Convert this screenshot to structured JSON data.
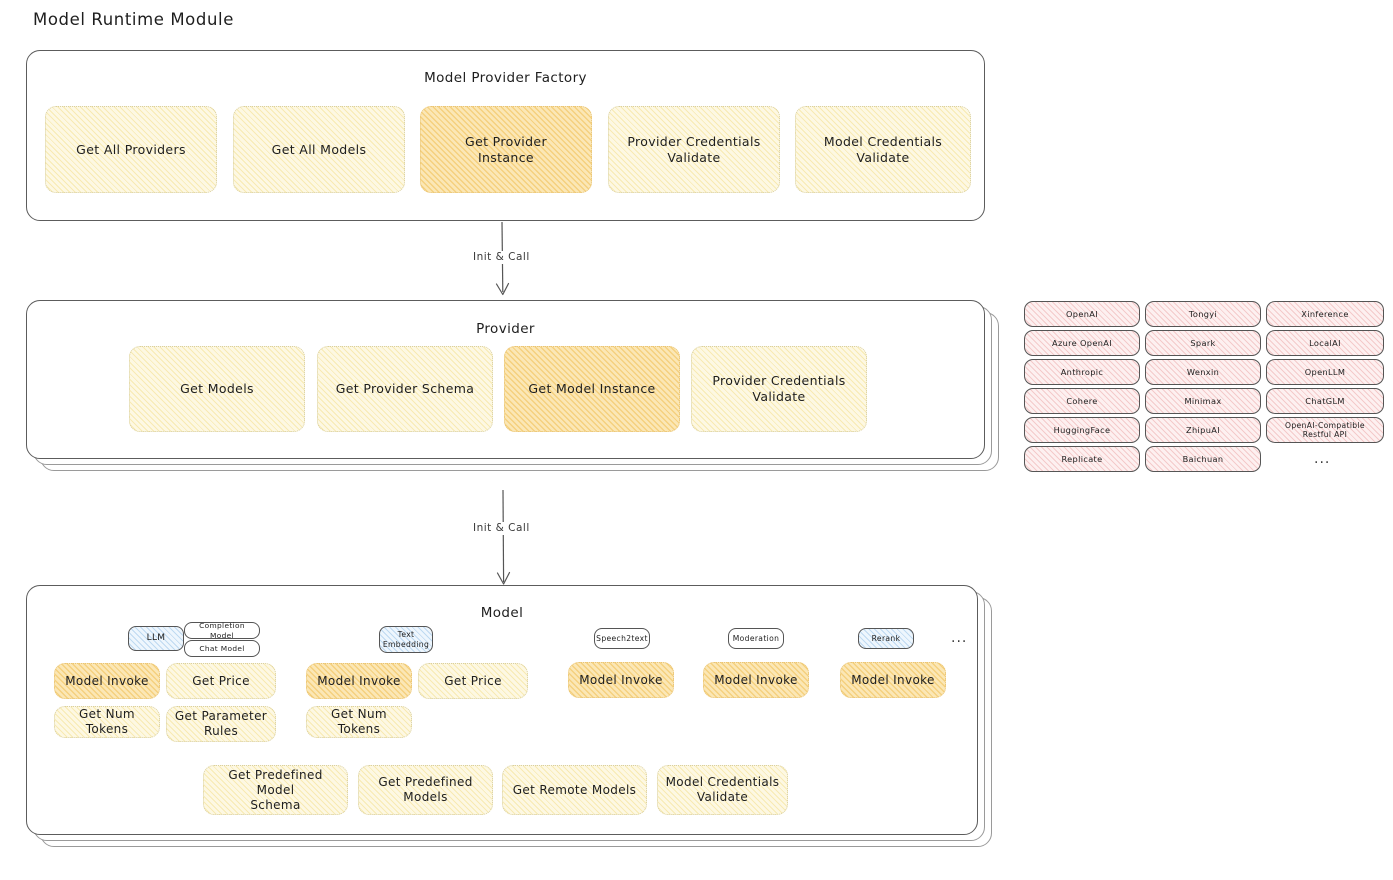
{
  "page": {
    "title": "Model Runtime Module"
  },
  "factory": {
    "title": "Model Provider Factory",
    "nodes": [
      {
        "label": "Get All Providers",
        "style": "yellow"
      },
      {
        "label": "Get All Models",
        "style": "yellow"
      },
      {
        "label": "Get Provider\nInstance",
        "style": "amber"
      },
      {
        "label": "Provider Credentials\nValidate",
        "style": "yellow"
      },
      {
        "label": "Model Credentials\nValidate",
        "style": "yellow"
      }
    ]
  },
  "arrow_top": {
    "label": "Init & Call"
  },
  "provider": {
    "title": "Provider",
    "nodes": [
      {
        "label": "Get Models",
        "style": "yellow"
      },
      {
        "label": "Get Provider Schema",
        "style": "yellow"
      },
      {
        "label": "Get Model Instance",
        "style": "amber"
      },
      {
        "label": "Provider Credentials\nValidate",
        "style": "yellow"
      }
    ]
  },
  "arrow_bottom": {
    "label": "Init & Call"
  },
  "provider_list": {
    "columns": [
      [
        "OpenAI",
        "Azure OpenAI",
        "Anthropic",
        "Cohere",
        "HuggingFace",
        "Replicate"
      ],
      [
        "Tongyi",
        "Spark",
        "Wenxin",
        "Minimax",
        "ZhipuAI",
        "Baichuan"
      ],
      [
        "Xinference",
        "LocalAI",
        "OpenLLM",
        "ChatGLM",
        "OpenAI-Compatible Restful API"
      ]
    ],
    "more": "..."
  },
  "model": {
    "title": "Model",
    "more": "...",
    "types": [
      {
        "badge": "LLM",
        "badge_style": "blue",
        "sub_badges": [
          "Completion Model",
          "Chat Model"
        ],
        "ops": [
          {
            "label": "Model Invoke",
            "style": "amber"
          },
          {
            "label": "Get Price",
            "style": "yellow"
          },
          {
            "label": "Get Num Tokens",
            "style": "yellow"
          },
          {
            "label": "Get Parameter\nRules",
            "style": "yellow"
          }
        ]
      },
      {
        "badge": "Text\nEmbedding",
        "badge_style": "blue",
        "sub_badges": [],
        "ops": [
          {
            "label": "Model Invoke",
            "style": "amber"
          },
          {
            "label": "Get Price",
            "style": "yellow"
          },
          {
            "label": "Get Num Tokens",
            "style": "yellow"
          }
        ]
      },
      {
        "badge": "Speech2text",
        "badge_style": "plain",
        "sub_badges": [],
        "ops": [
          {
            "label": "Model Invoke",
            "style": "amber"
          }
        ]
      },
      {
        "badge": "Moderation",
        "badge_style": "plain",
        "sub_badges": [],
        "ops": [
          {
            "label": "Model Invoke",
            "style": "amber"
          }
        ]
      },
      {
        "badge": "Rerank",
        "badge_style": "blue",
        "sub_badges": [],
        "ops": [
          {
            "label": "Model Invoke",
            "style": "amber"
          }
        ]
      }
    ],
    "common_ops": [
      {
        "label": "Get Predefined Model\nSchema",
        "style": "yellow"
      },
      {
        "label": "Get Predefined\nModels",
        "style": "yellow"
      },
      {
        "label": "Get Remote Models",
        "style": "yellow"
      },
      {
        "label": "Model Credentials\nValidate",
        "style": "yellow"
      }
    ]
  }
}
